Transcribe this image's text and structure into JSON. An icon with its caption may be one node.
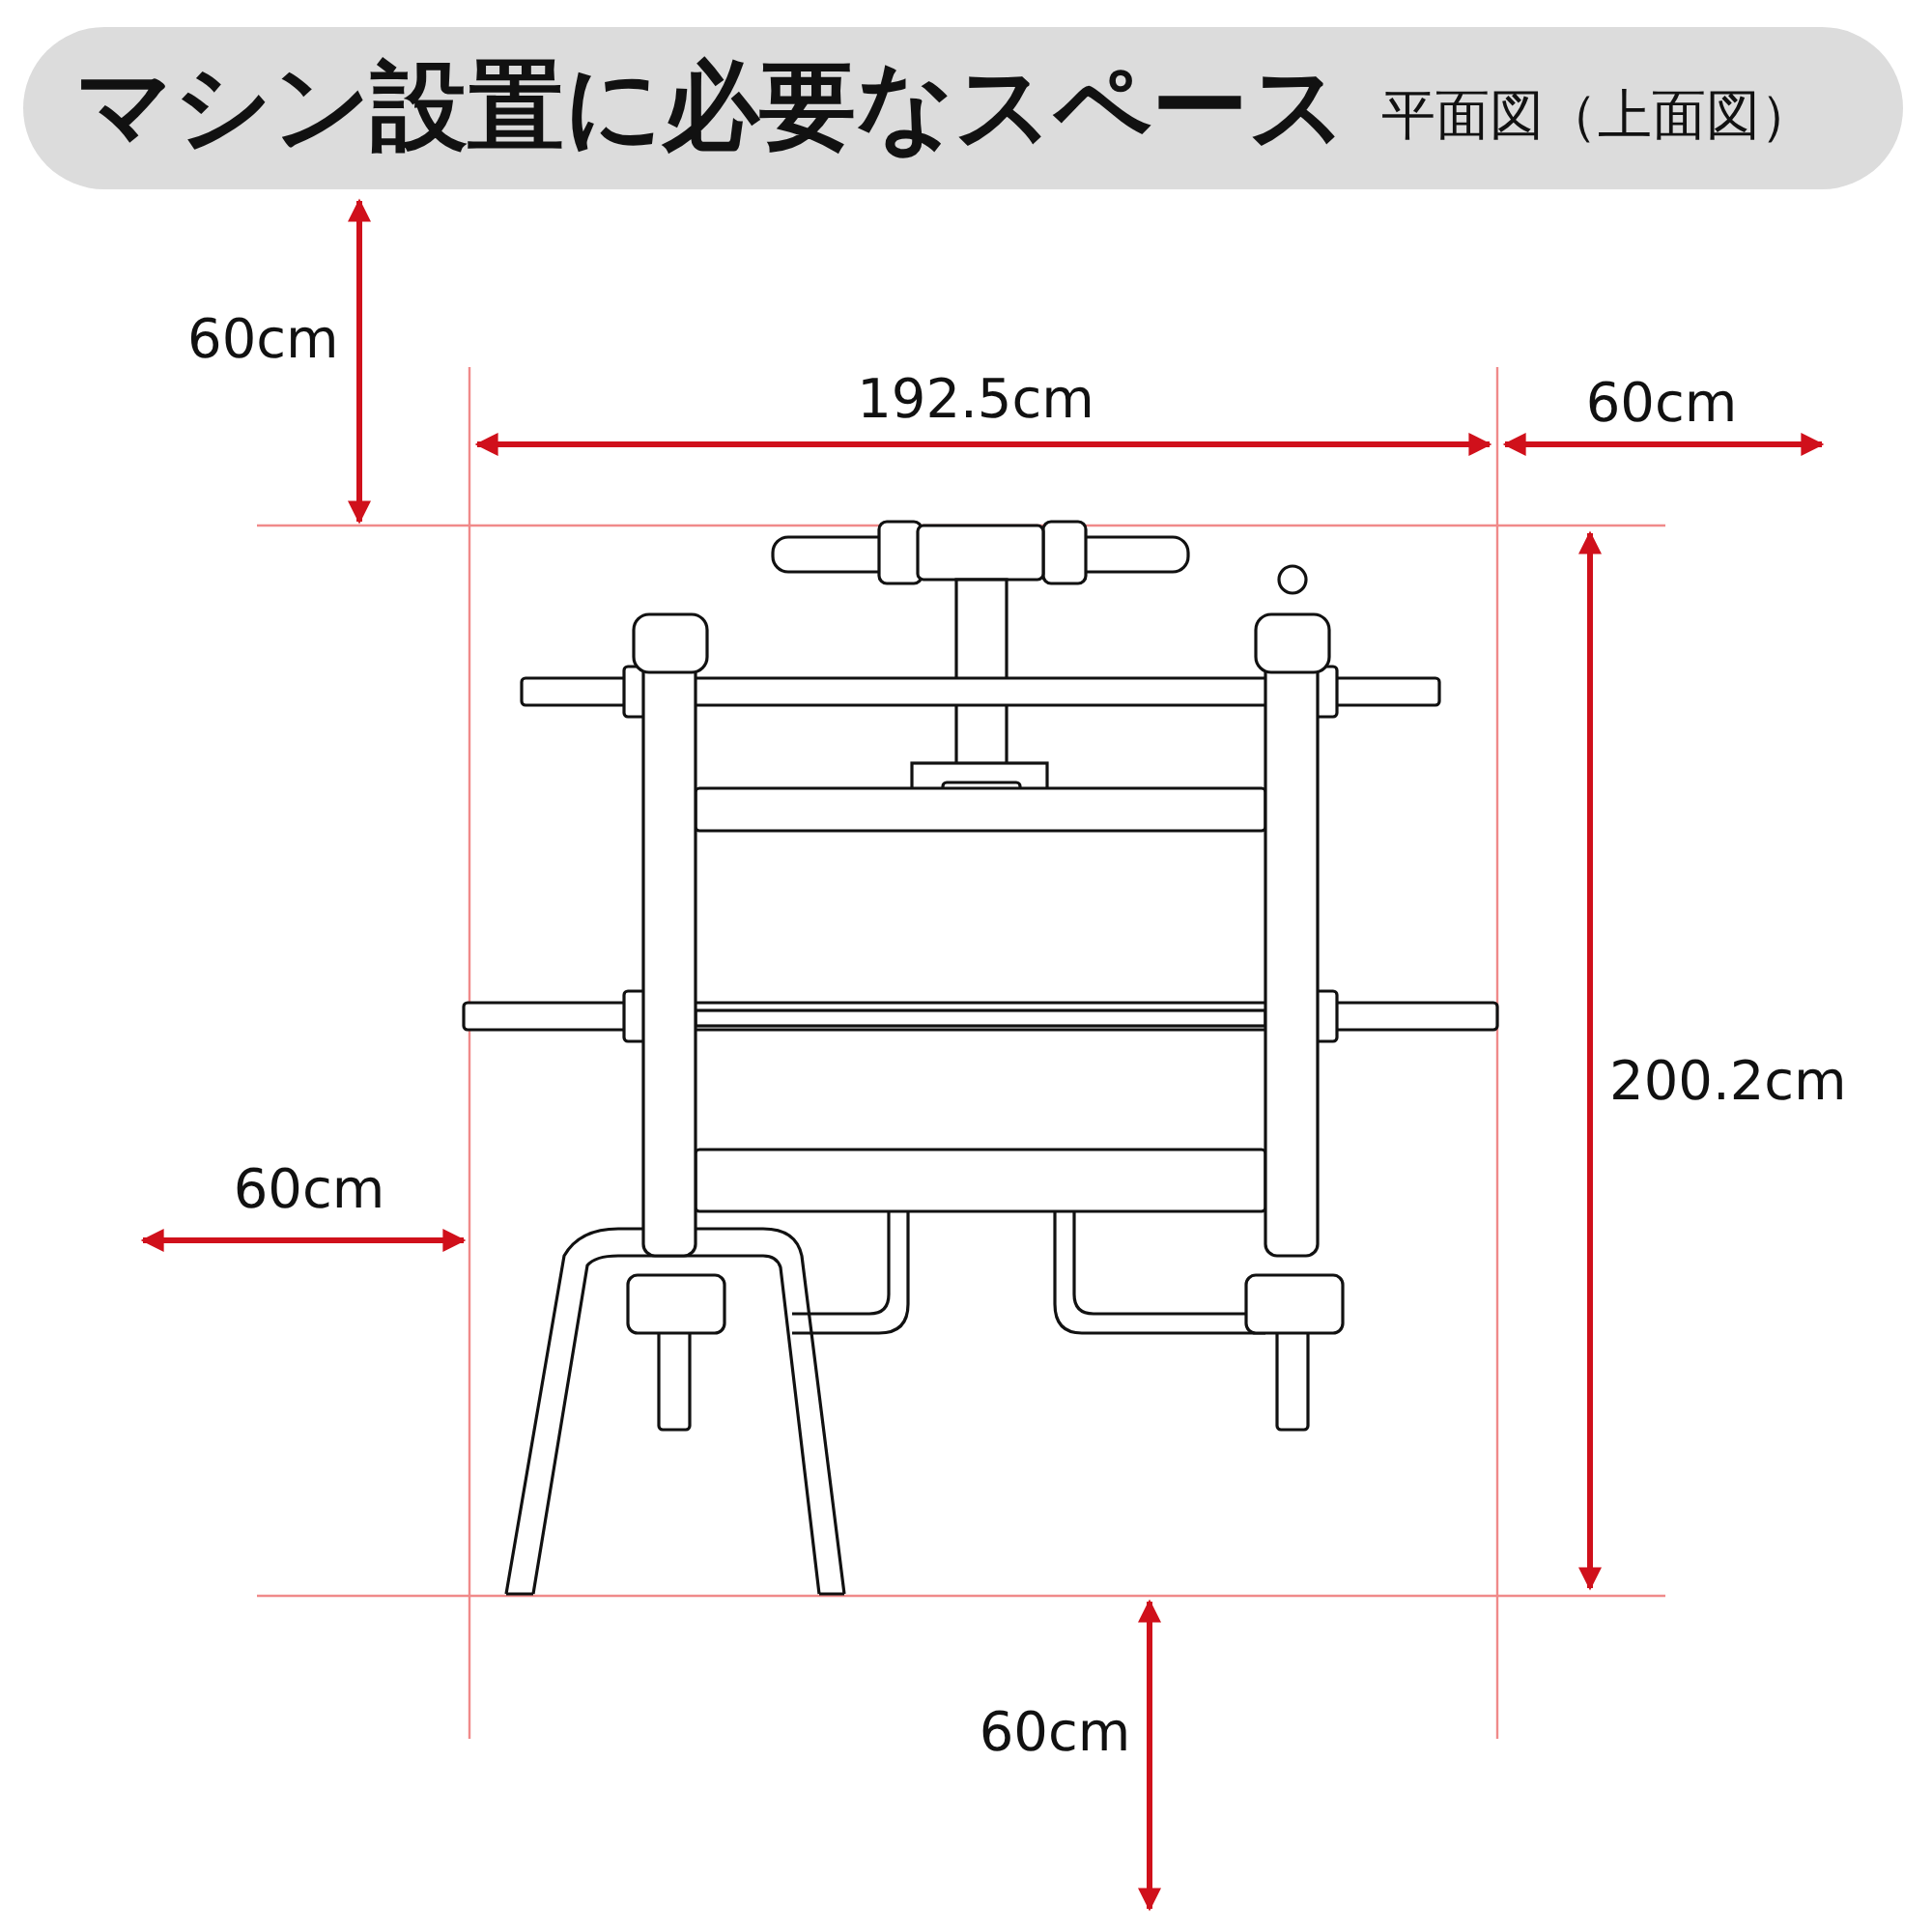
{
  "diagram": {
    "title": "マシン設置に必要なスペース",
    "labels": [
      "平面図（上面図）",
      "60cm",
      "192.5cm",
      "60cm",
      "200.2cm",
      "60cm",
      "60cm"
    ]
  }
}
